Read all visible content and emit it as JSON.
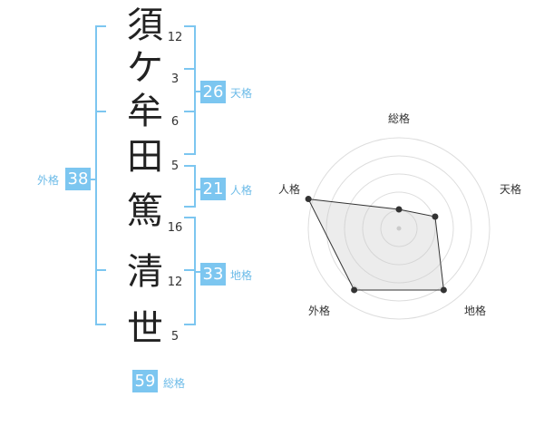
{
  "name_chars": [
    {
      "char": "須",
      "strokes": "12"
    },
    {
      "char": "ケ",
      "strokes": "3"
    },
    {
      "char": "牟",
      "strokes": "6"
    },
    {
      "char": "田",
      "strokes": "5"
    },
    {
      "char": "篤",
      "strokes": "16"
    },
    {
      "char": "清",
      "strokes": "12"
    },
    {
      "char": "世",
      "strokes": "5"
    }
  ],
  "fortunes": {
    "tenkaku": {
      "value": "26",
      "label": "天格"
    },
    "jinkaku": {
      "value": "21",
      "label": "人格"
    },
    "chikaku": {
      "value": "33",
      "label": "地格"
    },
    "gaikaku": {
      "value": "38",
      "label": "外格"
    },
    "soukaku": {
      "value": "59",
      "label": "総格"
    }
  },
  "colors": {
    "accent": "#7cc6f0",
    "accent_text": "#6cbbe8"
  },
  "chart_data": {
    "type": "radar",
    "axes": [
      "総格",
      "天格",
      "地格",
      "外格",
      "人格"
    ],
    "scale_max": 4,
    "values": [
      1,
      2,
      4,
      4,
      5
    ],
    "grid": true
  }
}
